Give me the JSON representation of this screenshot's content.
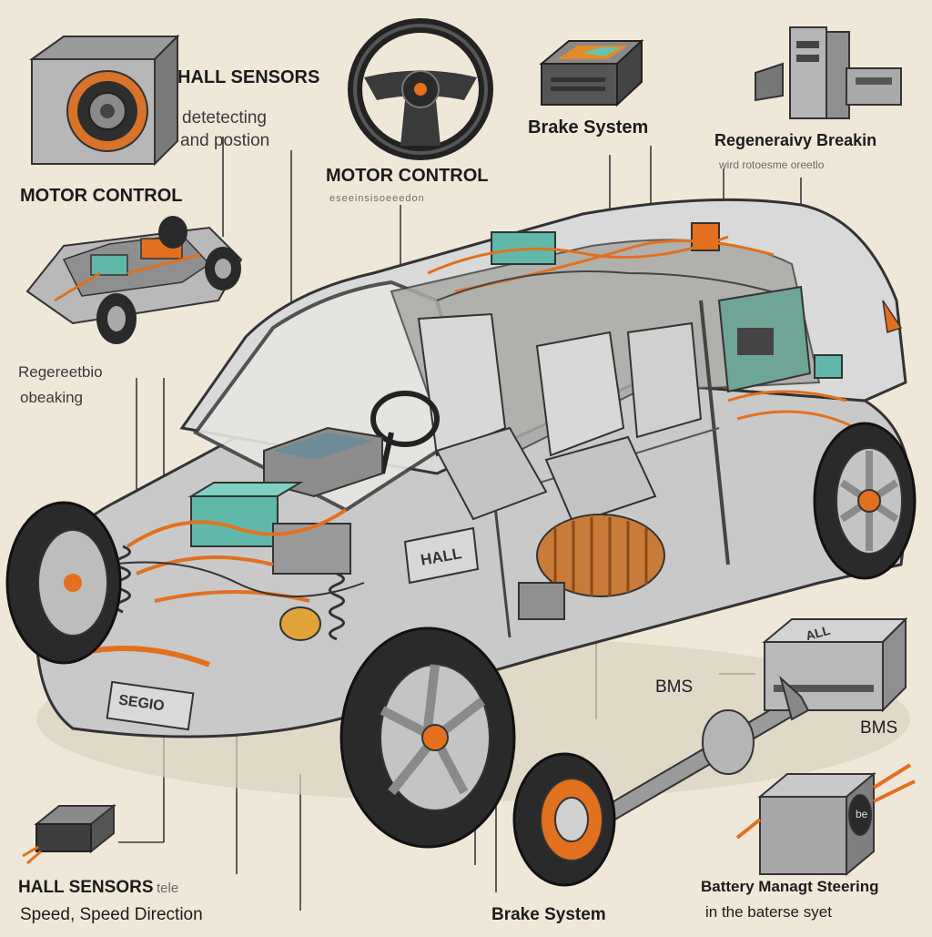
{
  "labels": {
    "hall_top": "HALL SENSORS",
    "hall_top_sub1": "detetecting",
    "hall_top_sub2": "and postion",
    "motor_left": "MOTOR CONTROL",
    "motor_center": "MOTOR CONTROL",
    "motor_center_sub": "eseeinsisoeeedon",
    "brake_top": "Brake System",
    "regen_top": "Regeneraivy Breakin",
    "regen_top_sub": "wird rotoesme oreetlo",
    "regen_left1": "Regereetbio",
    "regen_left2": "obeaking",
    "hall_car_plate": "HALL",
    "bms_mid": "BMS",
    "bms_right": "BMS",
    "bms_box_text": "ALL",
    "hall_bottom1": "HALL SENSORS",
    "hall_bottom1_suffix": "tele",
    "hall_bottom2": "Speed, Speed Direction",
    "brake_bottom": "Brake System",
    "battery_bottom1": "Battery Managt Steering",
    "battery_bottom2": "in the baterse syet",
    "front_plate": "SEGIO",
    "box_be": "be"
  },
  "colors": {
    "background": "#efe8d9",
    "car_body": "#c9c9c9",
    "accent_orange": "#e2701f",
    "battery_teal": "#5fb8a9",
    "tire": "#2a2a2a",
    "line": "#3a3a3a"
  }
}
